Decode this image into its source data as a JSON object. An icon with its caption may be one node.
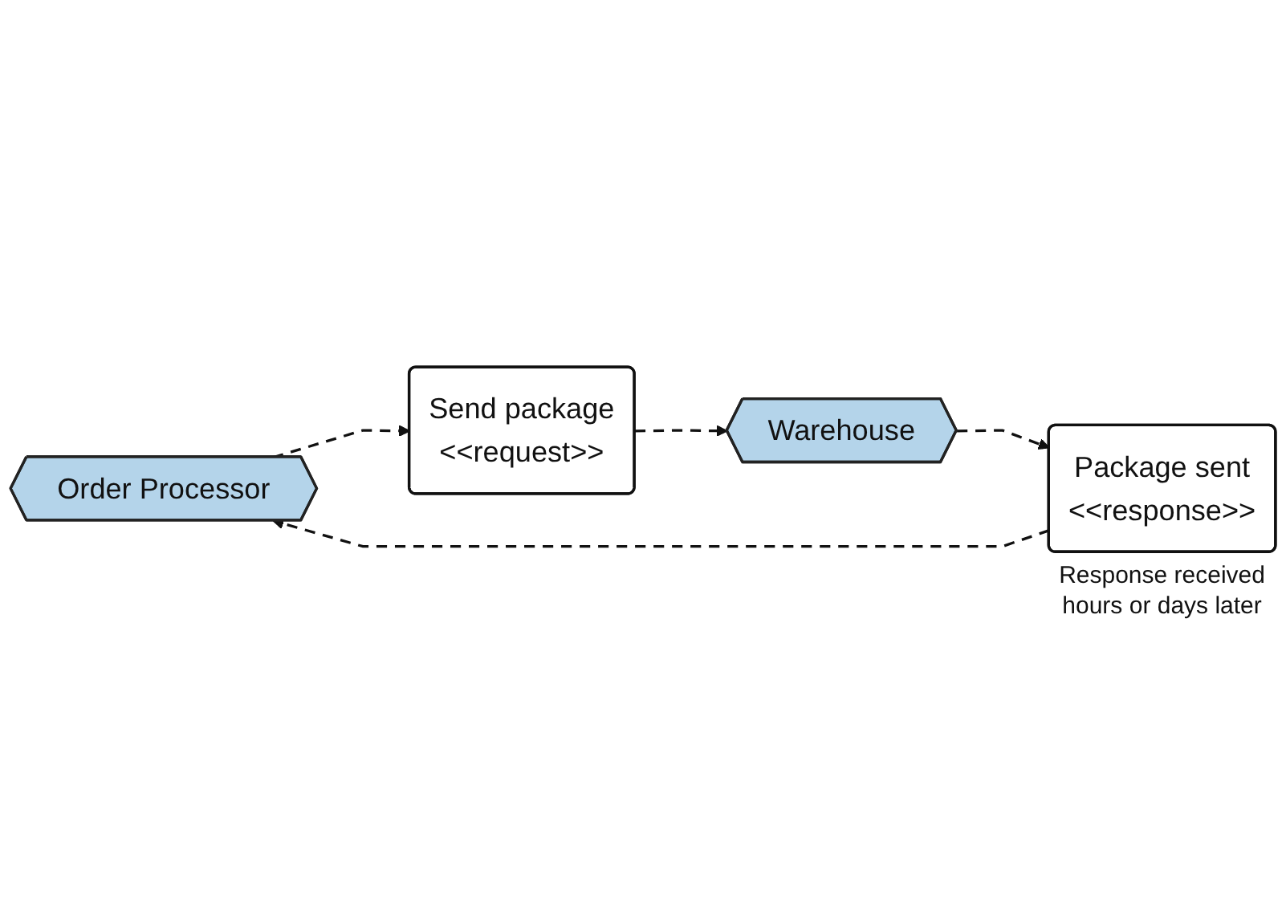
{
  "diagram": {
    "nodes": [
      {
        "text": [
          "Order Processor"
        ]
      },
      {
        "text": [
          "Send package",
          "<<request>>"
        ]
      },
      {
        "text": [
          "Warehouse"
        ]
      },
      {
        "text": [
          "Package sent",
          "<<response>>"
        ],
        "beside": [
          "Response received hours or days later"
        ]
      }
    ],
    "edges": [
      {
        "from": 0,
        "to": 1,
        "arrow": "to",
        "style": "dashed"
      },
      {
        "from": 1,
        "to": 2,
        "arrow": "to",
        "style": "dashed"
      },
      {
        "from": 2,
        "to": 3,
        "arrow": "to",
        "style": "dashed"
      },
      {
        "from": 3,
        "to": 0,
        "arrow": "to",
        "style": "dashed"
      }
    ]
  }
}
